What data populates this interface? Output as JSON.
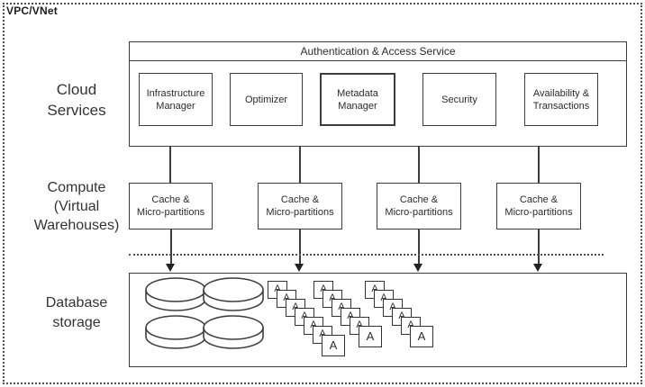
{
  "vpc_label": "VPC/VNet",
  "colors": {
    "line": "#3d3d3d",
    "text": "#2a2a2a",
    "background": "#ffffff",
    "arrow": "#222222"
  },
  "layer_labels": {
    "cloud": {
      "line1": "Cloud",
      "line2": "Services"
    },
    "compute": {
      "line1": "Compute",
      "line2": "(Virtual",
      "line3": "Warehouses)"
    },
    "storage": {
      "line1": "Database",
      "line2": "storage"
    }
  },
  "cloud_services": {
    "header": "Authentication & Access Service",
    "boxes": [
      {
        "line1": "Infrastructure",
        "line2": "Manager",
        "bold_border": false
      },
      {
        "line1": "Optimizer",
        "line2": "",
        "bold_border": false
      },
      {
        "line1": "Metadata",
        "line2": "Manager",
        "bold_border": true
      },
      {
        "line1": "Security",
        "line2": "",
        "bold_border": false
      },
      {
        "line1": "Availability &",
        "line2": "Transactions",
        "bold_border": false
      }
    ]
  },
  "compute": {
    "warehouses": [
      {
        "line1": "Cache &",
        "line2": "Micro-partitions"
      },
      {
        "line1": "Cache &",
        "line2": "Micro-partitions"
      },
      {
        "line1": "Cache &",
        "line2": "Micro-partitions"
      },
      {
        "line1": "Cache &",
        "line2": "Micro-partitions"
      }
    ]
  },
  "storage": {
    "disk_count": 4,
    "partition_letter": "A",
    "partition_stacks": [
      {
        "count": 7
      },
      {
        "count": 6
      },
      {
        "count": 6
      }
    ]
  }
}
